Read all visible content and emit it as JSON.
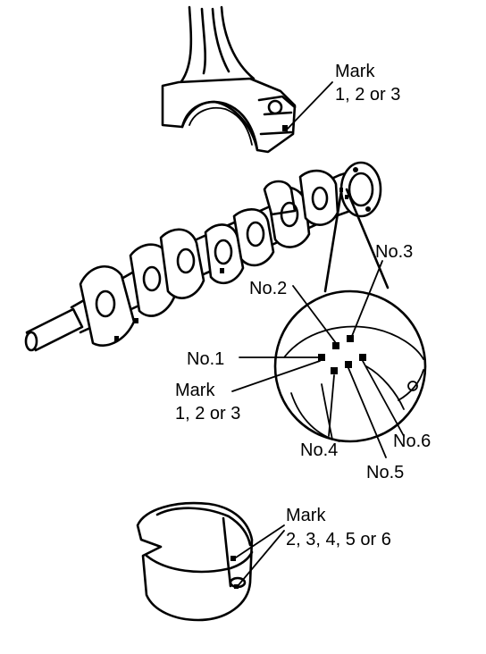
{
  "rod_label": {
    "mark": "Mark",
    "options": "1, 2 or 3"
  },
  "crank_labels": {
    "no1": "No.1",
    "no2": "No.2",
    "no3": "No.3",
    "no4": "No.4",
    "no5": "No.5",
    "no6": "No.6",
    "mark": "Mark",
    "options": "1, 2 or 3"
  },
  "bearing_label": {
    "mark": "Mark",
    "options": "2, 3, 4, 5 or 6"
  },
  "colors": {
    "ink": "#000000",
    "paper": "#ffffff"
  }
}
